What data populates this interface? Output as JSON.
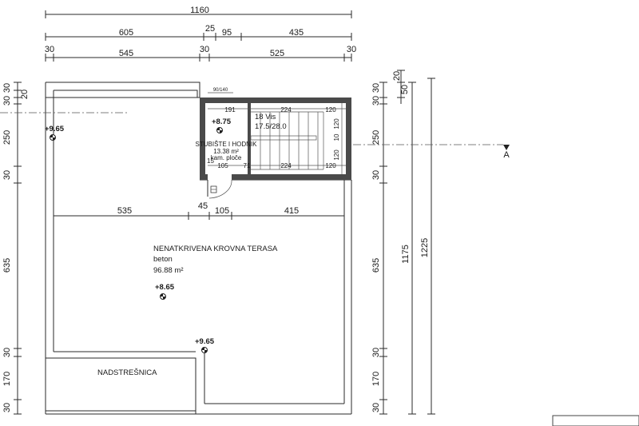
{
  "top_dimensions": {
    "overall": "1160",
    "row2": [
      "605",
      "25",
      "95",
      "435"
    ],
    "row3": [
      "30",
      "545",
      "30",
      "525",
      "30"
    ]
  },
  "left_dimensions": [
    "30",
    "30",
    "20",
    "250",
    "30",
    "635",
    "30",
    "170",
    "30"
  ],
  "right_dimensions": {
    "chain": [
      "30",
      "30",
      "250",
      "30",
      "635",
      "30",
      "170",
      "30"
    ],
    "extra": [
      "20",
      "50"
    ],
    "total_1": "1175",
    "total_2": "1225"
  },
  "inner_dimensions": {
    "row": [
      "535",
      "45",
      "105",
      "415"
    ]
  },
  "stair": {
    "door_label": "90/140",
    "top_row": [
      "191",
      "224",
      "120"
    ],
    "bottom_row": [
      "105",
      "71",
      "224",
      "120"
    ],
    "side_15": "15",
    "right_side": [
      "120",
      "10",
      "120"
    ],
    "level": "+8.75",
    "steps_line1": "18 Vis",
    "steps_line2": "17.5/28.0",
    "room_name": "STUBIŠTE I HODNIK",
    "room_area": "13.38 m²",
    "room_floor": "kam. ploče"
  },
  "terrace": {
    "name": "NENATKRIVENA KROVNA TERASA",
    "material": "beton",
    "area": "96.88 m²",
    "level": "+8.65"
  },
  "levels": {
    "top_left": "+9.65",
    "bottom_mid": "+9.65"
  },
  "canopy": {
    "name": "NADSTREŠNICA"
  },
  "section_marker": "A"
}
